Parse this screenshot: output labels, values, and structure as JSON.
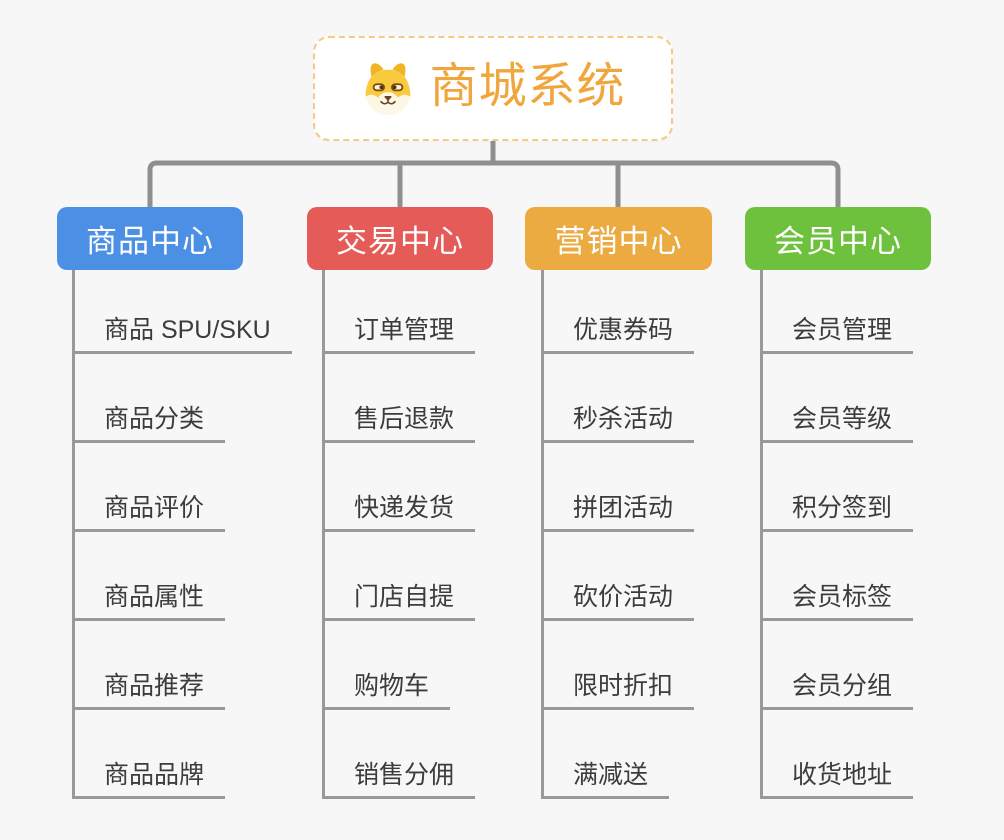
{
  "root": {
    "title": "商城系统",
    "icon": "dog-mascot-icon"
  },
  "branches": [
    {
      "id": "product-center",
      "label": "商品中心",
      "color": "#4C90E6",
      "children": [
        "商品 SPU/SKU",
        "商品分类",
        "商品评价",
        "商品属性",
        "商品推荐",
        "商品品牌"
      ]
    },
    {
      "id": "trade-center",
      "label": "交易中心",
      "color": "#E45B58",
      "children": [
        "订单管理",
        "售后退款",
        "快递发货",
        "门店自提",
        "购物车",
        "销售分佣"
      ]
    },
    {
      "id": "marketing-center",
      "label": "营销中心",
      "color": "#EBAB41",
      "children": [
        "优惠券码",
        "秒杀活动",
        "拼团活动",
        "砍价活动",
        "限时折扣",
        "满减送"
      ]
    },
    {
      "id": "member-center",
      "label": "会员中心",
      "color": "#6EC13C",
      "children": [
        "会员管理",
        "会员等级",
        "积分签到",
        "会员标签",
        "会员分组",
        "收货地址"
      ]
    }
  ],
  "colors": {
    "background": "#F7F7F7",
    "connector": "#8F8F8F",
    "leaf_line": "#999999",
    "root_border": "#F5CA85",
    "root_title": "#F0A63C",
    "node_text": "#FFFFFF",
    "leaf_text": "#3C3C3C"
  }
}
